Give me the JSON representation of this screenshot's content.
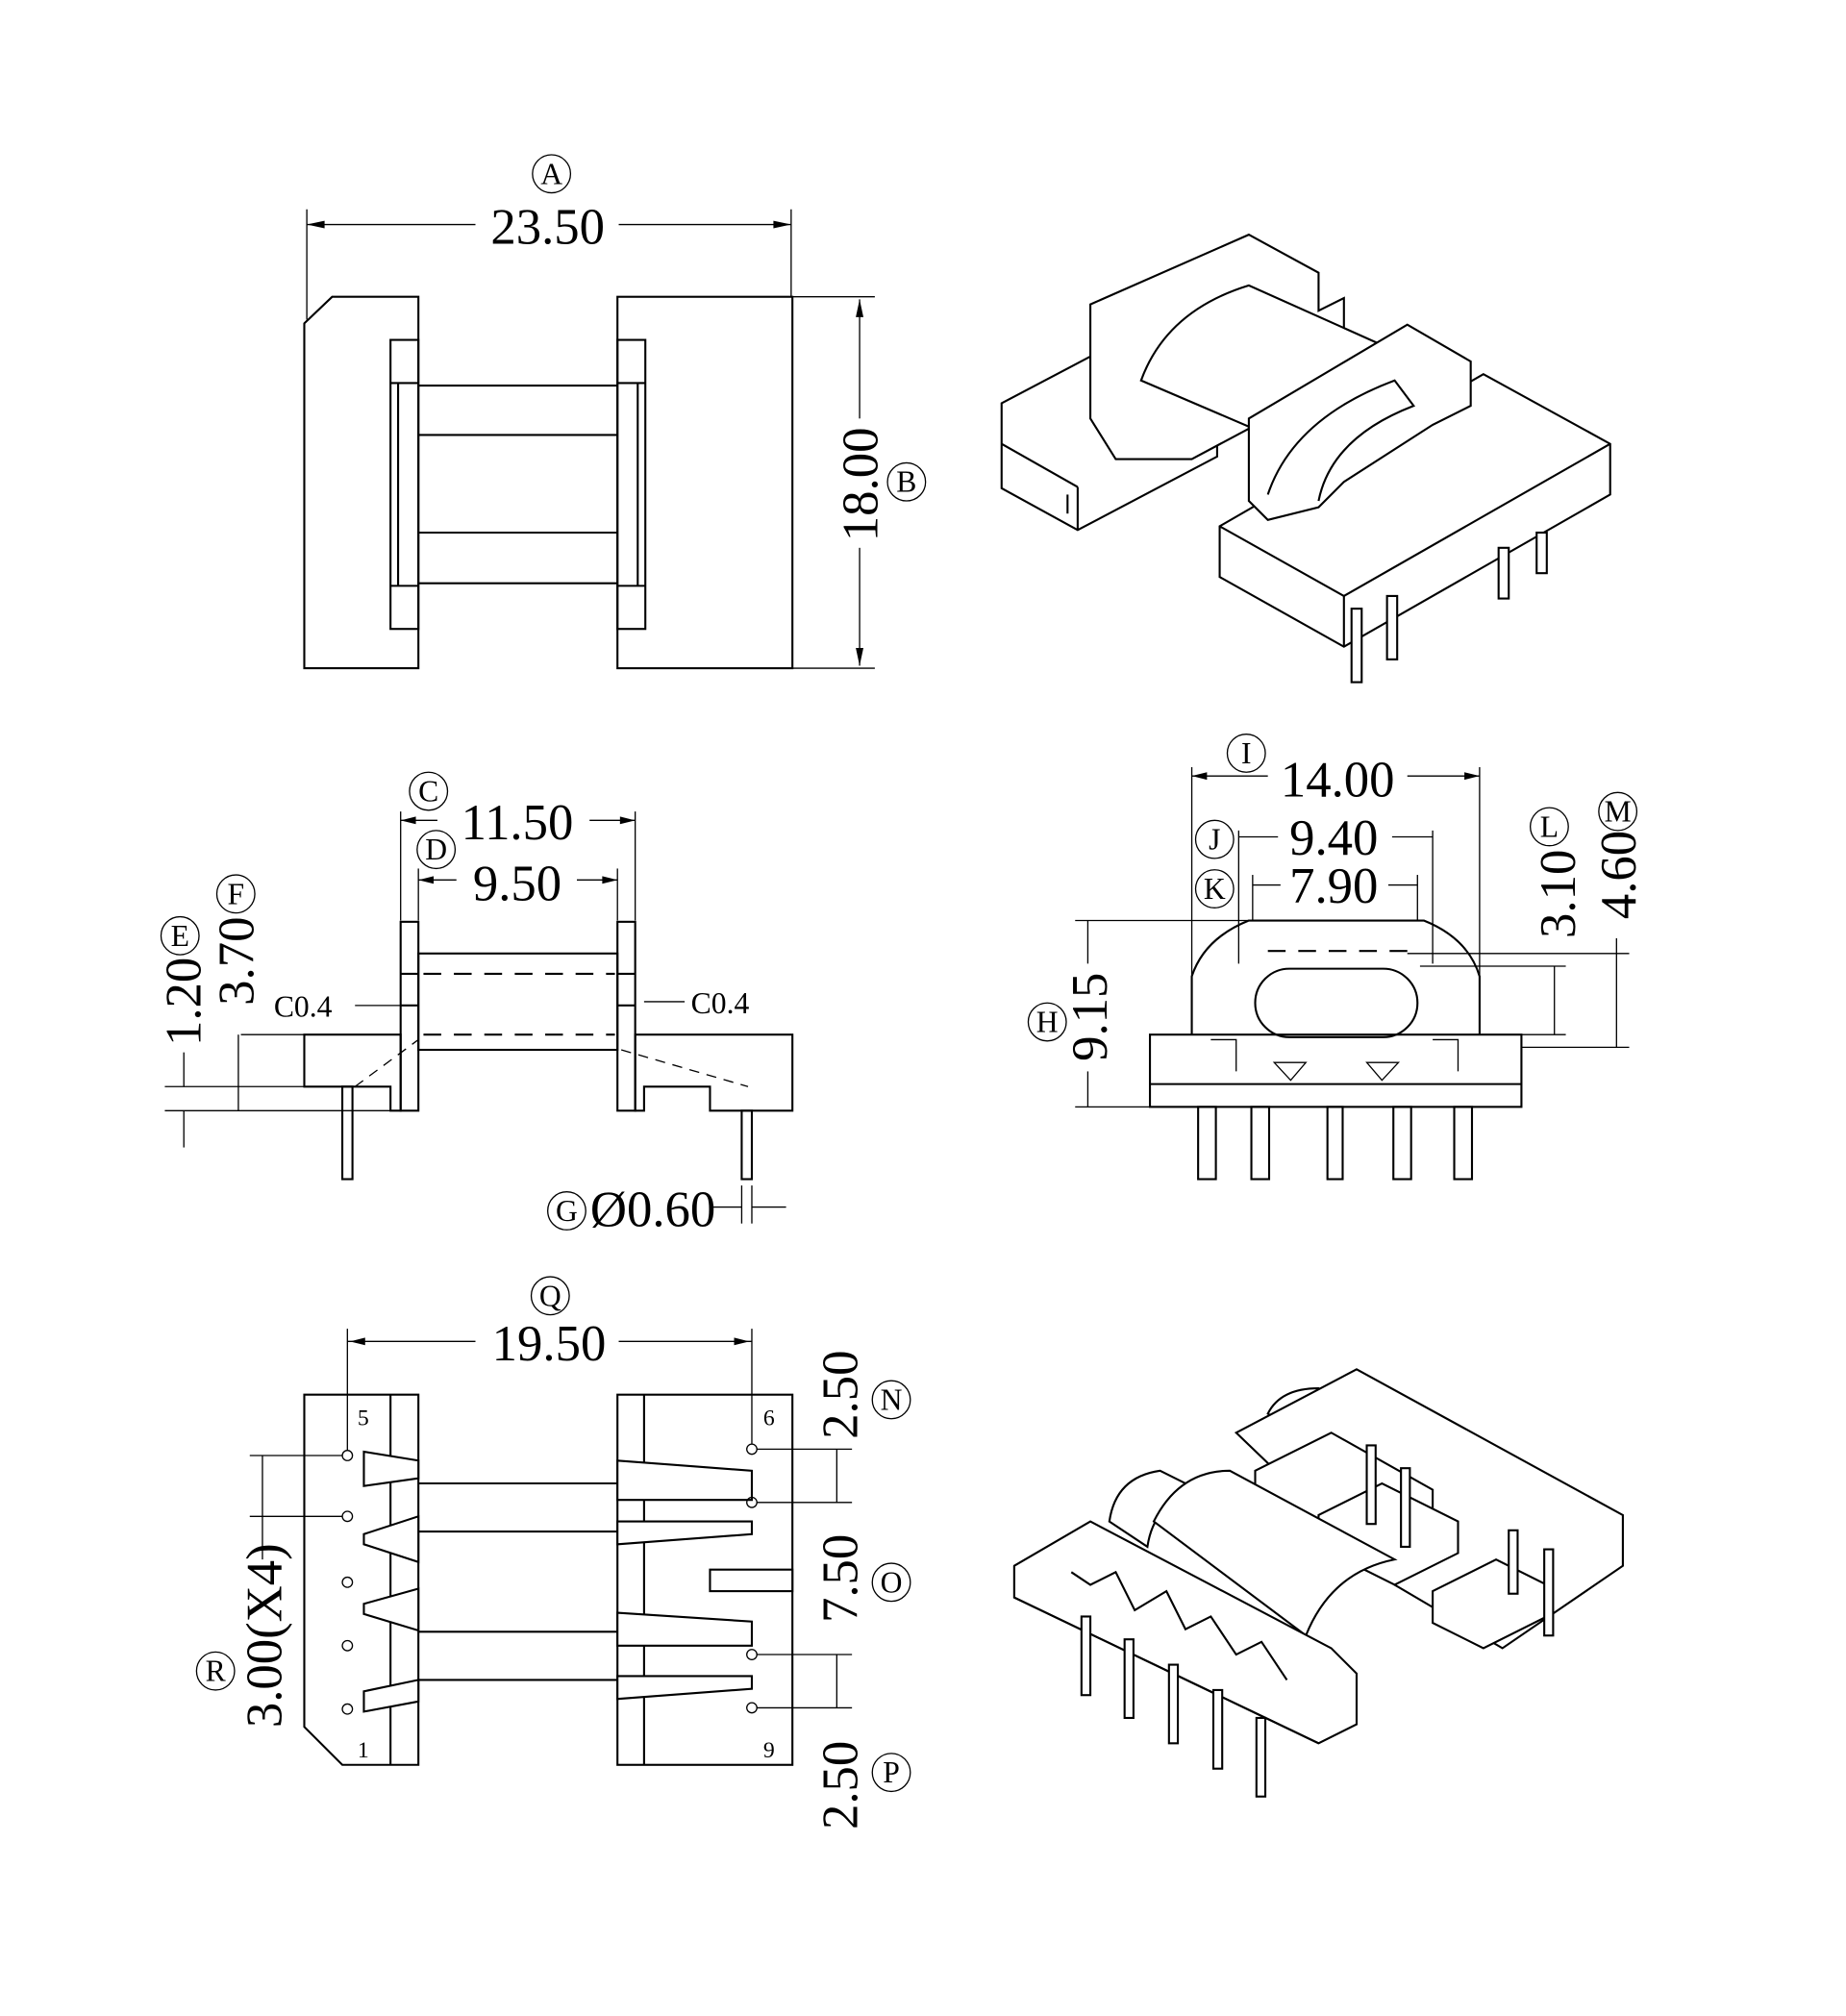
{
  "top_view": {
    "A": {
      "letter": "A",
      "value": "23.50"
    },
    "B": {
      "letter": "B",
      "value": "18.00"
    }
  },
  "side_view": {
    "C": {
      "letter": "C",
      "value": "11.50"
    },
    "D": {
      "letter": "D",
      "value": "9.50"
    },
    "E": {
      "letter": "E",
      "value": "1.20"
    },
    "F": {
      "letter": "F",
      "value": "3.70"
    },
    "G": {
      "letter": "G",
      "value": "Ø0.60"
    },
    "chamfer_left": "C0.4",
    "chamfer_right": "C0.4"
  },
  "front_view": {
    "I": {
      "letter": "I",
      "value": "14.00"
    },
    "J": {
      "letter": "J",
      "value": "9.40"
    },
    "K": {
      "letter": "K",
      "value": "7.90"
    },
    "H": {
      "letter": "H",
      "value": "9.15"
    },
    "L": {
      "letter": "L",
      "value": "3.10"
    },
    "M": {
      "letter": "M",
      "value": "4.60"
    }
  },
  "bottom_view": {
    "Q": {
      "letter": "Q",
      "value": "19.50"
    },
    "R": {
      "letter": "R",
      "value": "3.00(X4)"
    },
    "N": {
      "letter": "N",
      "value": "2.50"
    },
    "O": {
      "letter": "O",
      "value": "7.50"
    },
    "P": {
      "letter": "P",
      "value": "2.50"
    },
    "pins": {
      "p5": "5",
      "p6": "6",
      "p1": "1",
      "p9": "9"
    }
  }
}
